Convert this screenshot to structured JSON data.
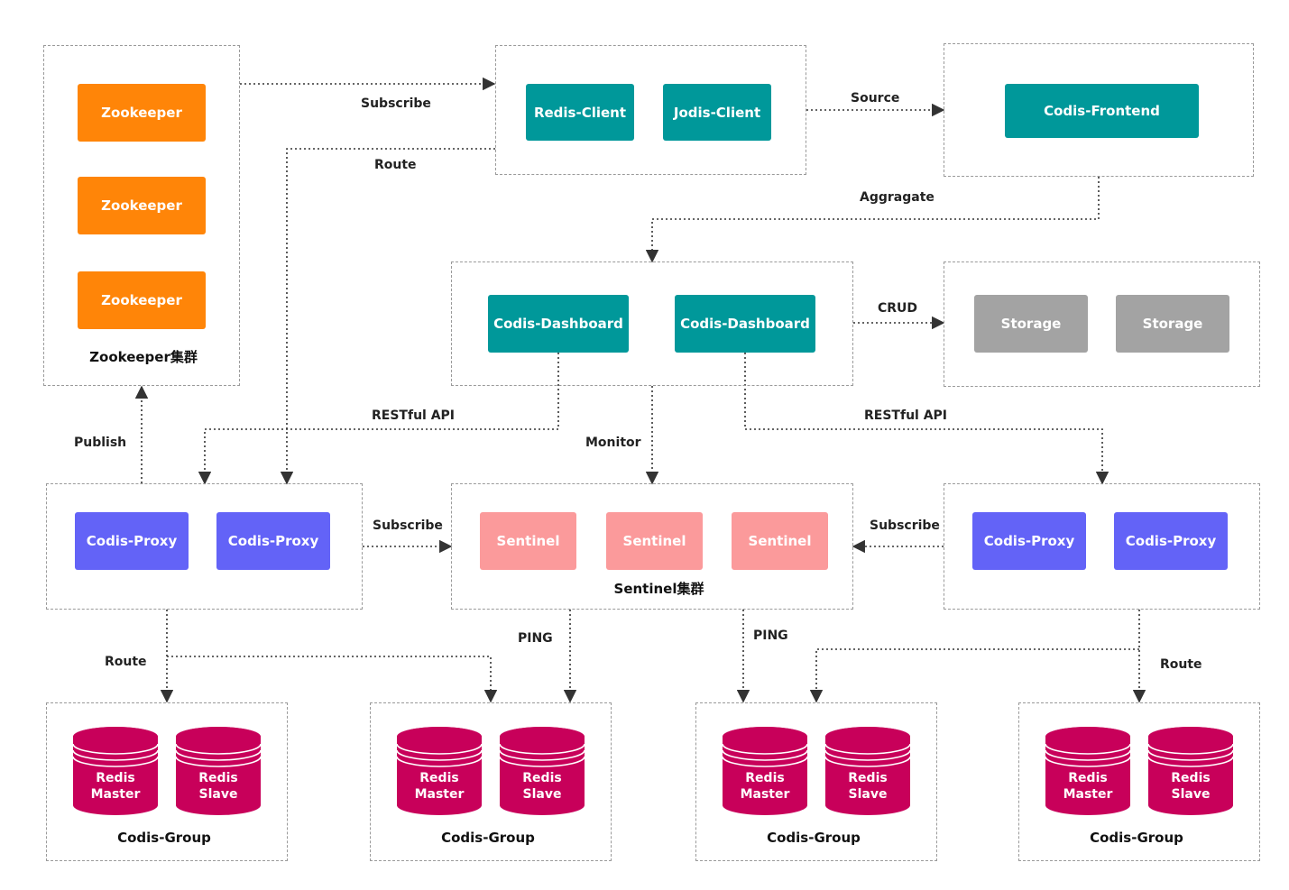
{
  "zookeeper_cluster": {
    "label": "Zookeeper集群",
    "nodes": [
      "Zookeeper",
      "Zookeeper",
      "Zookeeper"
    ]
  },
  "clients": [
    "Redis-Client",
    "Jodis-Client"
  ],
  "frontend": "Codis-Frontend",
  "dashboards": [
    "Codis-Dashboard",
    "Codis-Dashboard"
  ],
  "storage": [
    "Storage",
    "Storage"
  ],
  "proxy_left": [
    "Codis-Proxy",
    "Codis-Proxy"
  ],
  "proxy_right": [
    "Codis-Proxy",
    "Codis-Proxy"
  ],
  "sentinel_cluster": {
    "label": "Sentinel集群",
    "nodes": [
      "Sentinel",
      "Sentinel",
      "Sentinel"
    ]
  },
  "codis_groups": [
    {
      "label": "Codis-Group",
      "master": "Redis\nMaster",
      "slave": "Redis\nSlave"
    },
    {
      "label": "Codis-Group",
      "master": "Redis\nMaster",
      "slave": "Redis\nSlave"
    },
    {
      "label": "Codis-Group",
      "master": "Redis\nMaster",
      "slave": "Redis\nSlave"
    },
    {
      "label": "Codis-Group",
      "master": "Redis\nMaster",
      "slave": "Redis\nSlave"
    }
  ],
  "edge_labels": {
    "subscribe_top": "Subscribe",
    "route_top": "Route",
    "source": "Source",
    "aggragate": "Aggragate",
    "crud": "CRUD",
    "restful_left": "RESTful API",
    "restful_right": "RESTful API",
    "monitor": "Monitor",
    "publish": "Publish",
    "subscribe_left": "Subscribe",
    "subscribe_right": "Subscribe",
    "ping_left": "PING",
    "ping_right": "PING",
    "route_left": "Route",
    "route_right": "Route"
  },
  "colors": {
    "zookeeper": "#ff8508",
    "teal": "#00989a",
    "storage": "#a3a3a3",
    "proxy": "#6363f7",
    "sentinel": "#fb9a9b",
    "redis": "#c8005a",
    "edge": "#333333"
  }
}
